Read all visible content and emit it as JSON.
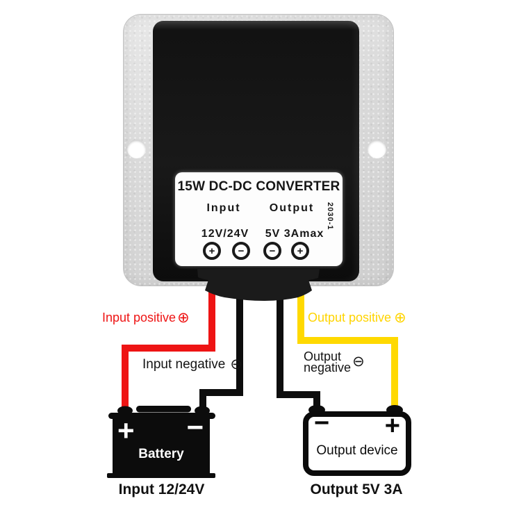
{
  "colors": {
    "wire_red": "#ee1414",
    "wire_yellow": "#ffd900",
    "wire_black": "#0d0d0d",
    "grommet_black": "#1b1b1b",
    "label_red": "#ee1414",
    "label_yellow": "#ffd400",
    "plate_gray": "#d9d9d9",
    "body_black": "#141414"
  },
  "converter": {
    "title": "15W DC-DC CONVERTER",
    "model_code": "2030-1",
    "input_heading": "Input",
    "output_heading": "Output",
    "input_spec": "12V/24V",
    "output_spec": "5V 3Amax",
    "terminal_signs": [
      "+",
      "−",
      "−",
      "+"
    ]
  },
  "wire_labels": {
    "input_positive": "Input positive",
    "input_positive_symbol": "⊕",
    "input_negative": "Input negative",
    "input_negative_symbol": "⊖",
    "output_positive": "Output positive",
    "output_positive_symbol": "⊕",
    "output_negative_line1": "Output",
    "output_negative_line2": "negative",
    "output_negative_symbol": "⊖"
  },
  "battery": {
    "plus": "+",
    "minus": "−",
    "name": "Battery",
    "caption": "Input 12/24V"
  },
  "output_device": {
    "minus": "−",
    "plus": "+",
    "name": "Output device",
    "caption": "Output 5V 3A"
  }
}
